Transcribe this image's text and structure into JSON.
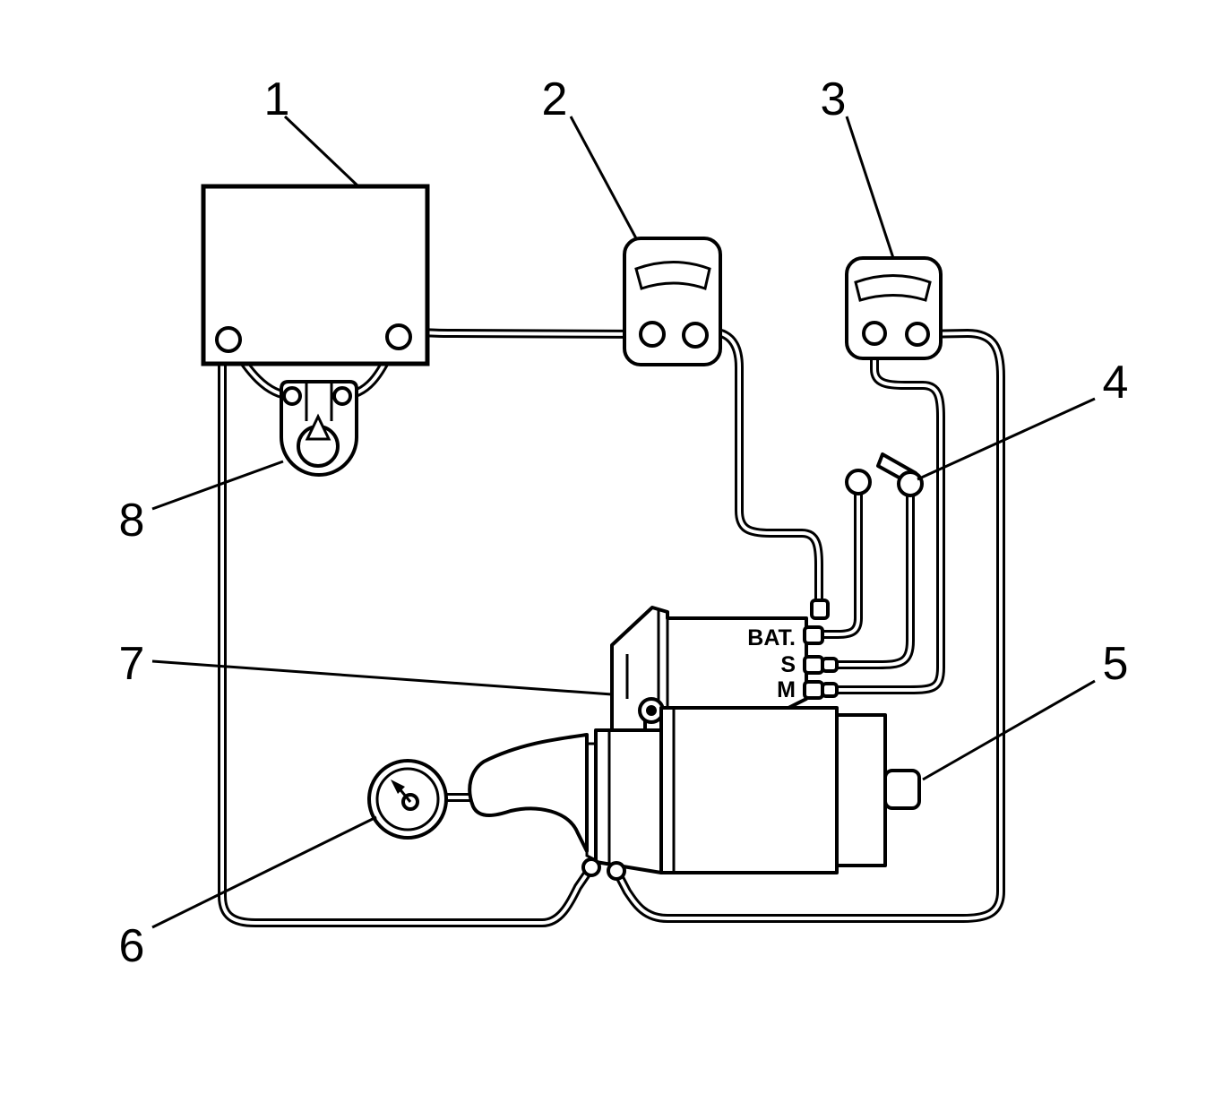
{
  "callouts": {
    "c1": "1",
    "c2": "2",
    "c3": "3",
    "c4": "4",
    "c5": "5",
    "c6": "6",
    "c7": "7",
    "c8": "8"
  },
  "terminals": {
    "bat": "BAT.",
    "s": "S",
    "m": "M"
  }
}
